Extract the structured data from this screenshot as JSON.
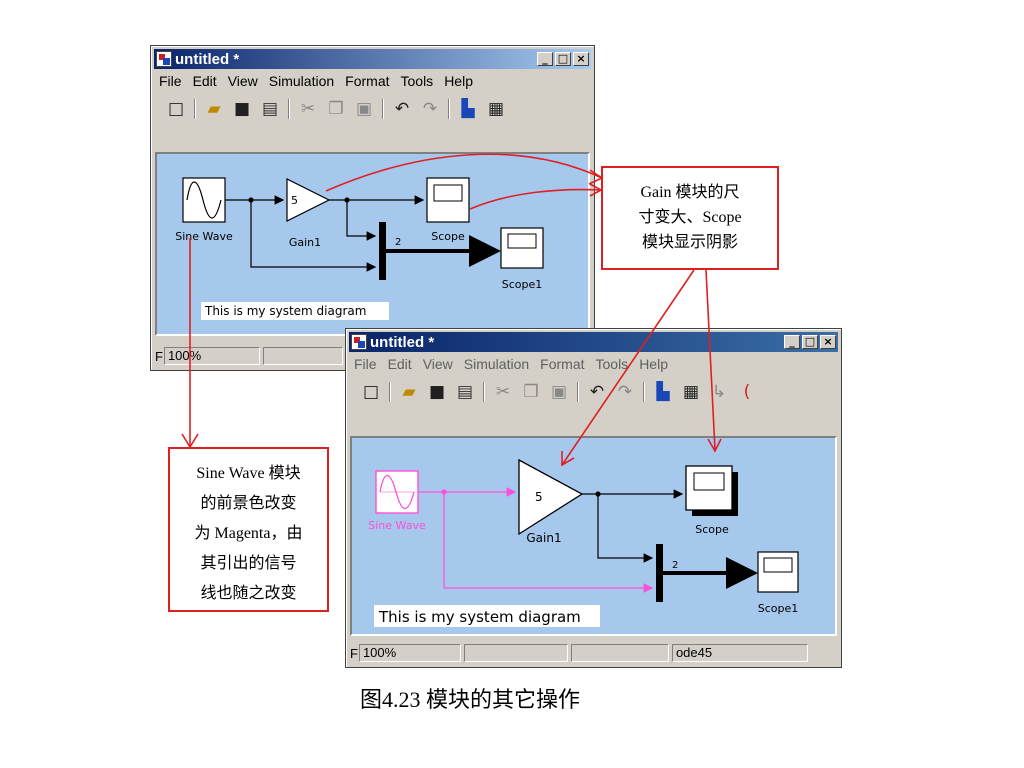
{
  "window_back": {
    "title": "untitled *",
    "menu": [
      "File",
      "Edit",
      "View",
      "Simulation",
      "Format",
      "Tools",
      "Help"
    ],
    "status": {
      "zoom": "100%",
      "prefix": "F"
    },
    "blocks": {
      "sine": "Sine Wave",
      "gain_value": "5",
      "gain": "Gain1",
      "scope": "Scope",
      "scope1": "Scope1",
      "mux_value": "2",
      "annotation": "This is my system diagram"
    }
  },
  "window_front": {
    "title": "untitled *",
    "menu": [
      "File",
      "Edit",
      "View",
      "Simulation",
      "Format",
      "Tools",
      "Help"
    ],
    "status": {
      "zoom": "100%",
      "prefix": "F",
      "solver": "ode45"
    },
    "blocks": {
      "sine": "Sine Wave",
      "gain_value": "5",
      "gain": "Gain1",
      "scope": "Scope",
      "scope1": "Scope1",
      "mux_value": "2",
      "annotation": "This is my system diagram"
    }
  },
  "callouts": {
    "right": [
      "Gain 模块的尺",
      "寸变大、Scope",
      "模块显示阴影"
    ],
    "left": [
      "Sine Wave 模块",
      "的前景色改变",
      "为 Magenta，由",
      "其引出的信号",
      "线也随之改变"
    ]
  },
  "caption": "图4.23  模块的其它操作",
  "colors": {
    "canvas": "#a6c8ec",
    "magenta": "#ff4fd8",
    "callout_border": "#e02020",
    "title_active": "#0a246a"
  },
  "icons": [
    "new-icon",
    "open-icon",
    "save-icon",
    "print-icon",
    "cut-icon",
    "copy-icon",
    "paste-icon",
    "undo-icon",
    "redo-icon",
    "library-icon",
    "model-browser-icon",
    "debug-icon"
  ]
}
